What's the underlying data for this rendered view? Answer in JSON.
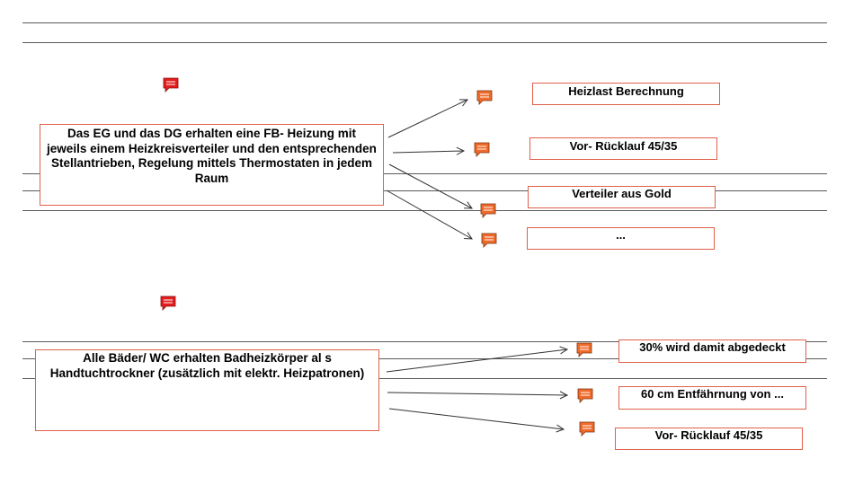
{
  "colors": {
    "comment_red": "#e31d1d",
    "comment_orange": "#f06a2a",
    "box_border": "#e0604a",
    "line": "#5a5a5a"
  },
  "groups": [
    {
      "main_text": "Das EG und das DG erhalten eine FB- Heizung mit jeweils einem Heizkreisverteiler und den entsprechenden Stellantrieben, Regelung mittels Thermostaten in jedem Raum",
      "items": [
        "Heizlast Berechnung",
        "Vor- Rücklauf 45/35",
        "Verteiler aus Gold",
        "..."
      ]
    },
    {
      "main_text": "Alle Bäder/ WC erhalten Badheizkörper al s Handtuchtrockner (zusätzlich mit elektr. Heizpatronen)",
      "items": [
        "30% wird damit abgedeckt",
        "60 cm Entfährnung von ...",
        "Vor- Rücklauf 45/35"
      ]
    }
  ]
}
